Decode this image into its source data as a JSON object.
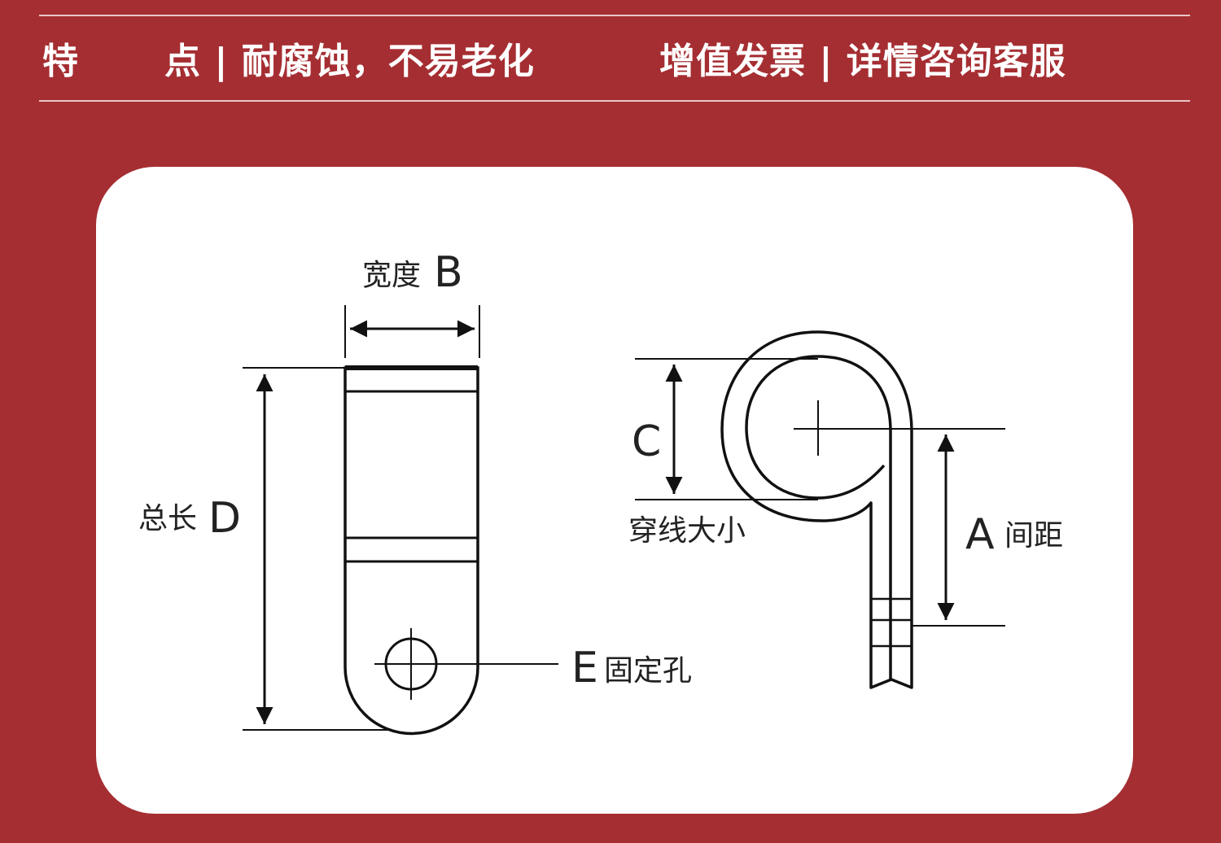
{
  "header": {
    "feature_label": "特",
    "feature_text": "点 | 耐腐蚀，不易老化",
    "invoice_text": "增值发票 | 详情咨询客服"
  },
  "diagram": {
    "width_label": {
      "cn": "宽度",
      "letter": "B"
    },
    "length_label": {
      "cn": "总长",
      "letter": "D"
    },
    "hole_label": {
      "letter": "E",
      "cn": "固定孔"
    },
    "gauge_label": {
      "letter": "C",
      "cn": "穿线大小"
    },
    "spacing_label": {
      "letter": "A",
      "cn": "间距"
    }
  },
  "colors": {
    "background": "#a52e32",
    "card": "#ffffff",
    "ink": "#222222",
    "rule": "#e9c6c6"
  }
}
